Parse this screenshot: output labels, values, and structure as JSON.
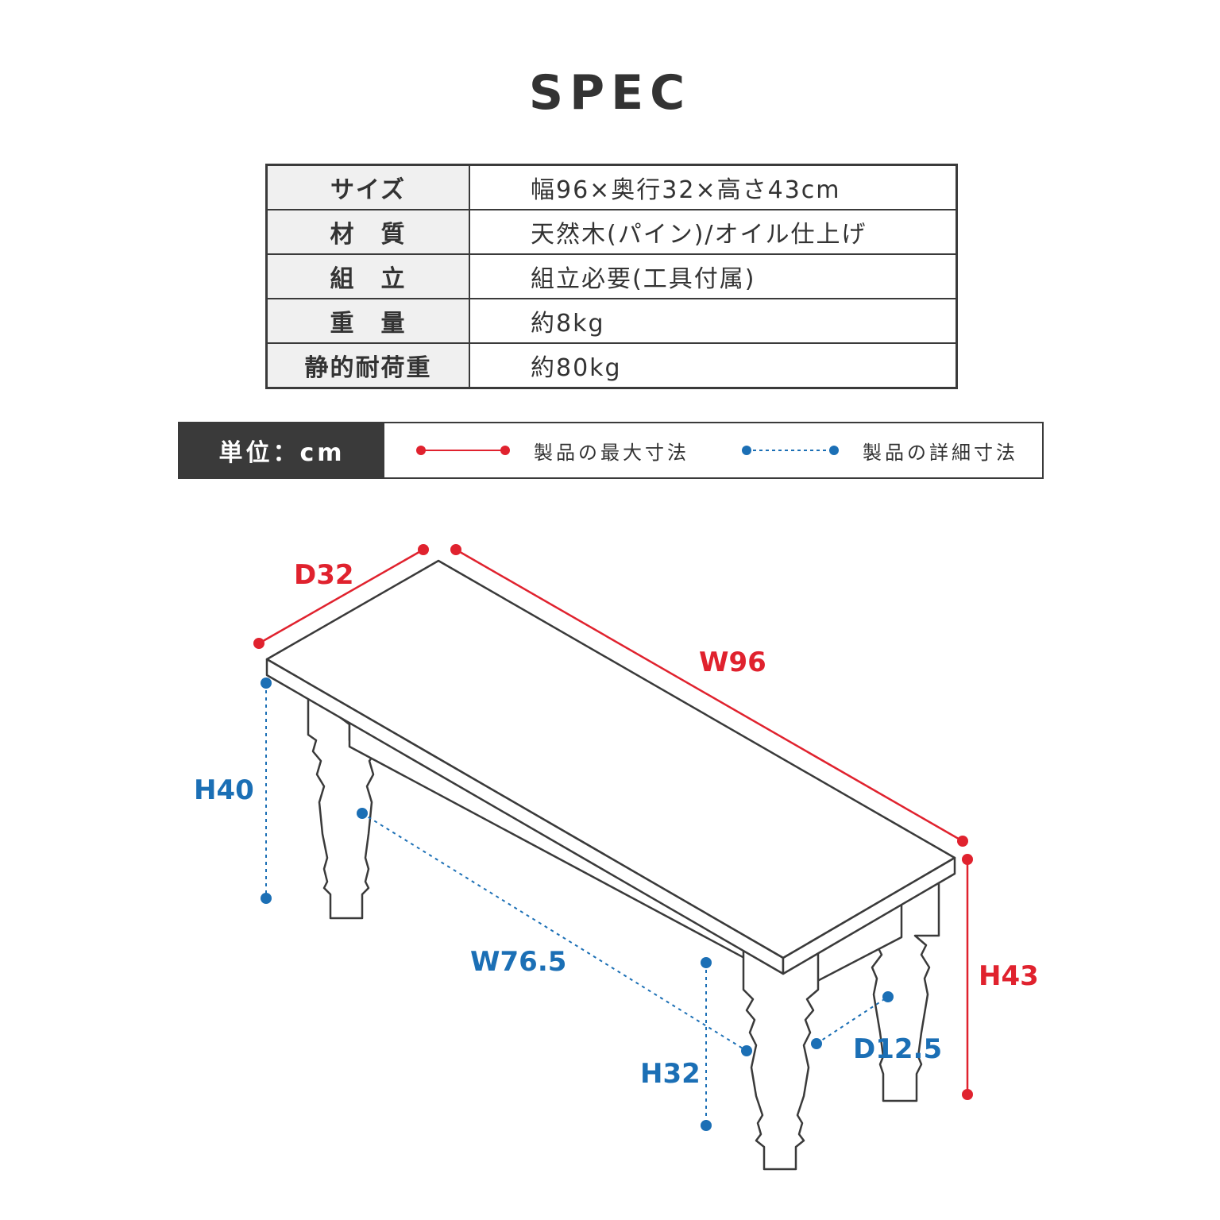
{
  "title": "SPEC",
  "spec_table": {
    "rows": [
      {
        "key": "サイズ",
        "value": "幅96×奥行32×高さ43cm"
      },
      {
        "key": "材　質",
        "value": "天然木(パイン)/オイル仕上げ"
      },
      {
        "key": "組　立",
        "value": "組立必要(工具付属)"
      },
      {
        "key": "重　量",
        "value": "約8kg"
      },
      {
        "key": "静的耐荷重",
        "value": "約80kg"
      }
    ]
  },
  "units_bar": {
    "label": "単位：cm",
    "legend_max": "製品の最大寸法",
    "legend_detail": "製品の詳細寸法"
  },
  "colors": {
    "max_dimension": "#e0222e",
    "detail_dimension": "#1b6fb5",
    "outline": "#3a3a3a"
  },
  "dimensions": {
    "max": {
      "depth": "D32",
      "width": "W96",
      "height": "H43"
    },
    "detail": {
      "seat_height": "H40",
      "inner_width": "W76.5",
      "leg_height": "H32",
      "leg_depth": "D12.5"
    }
  }
}
